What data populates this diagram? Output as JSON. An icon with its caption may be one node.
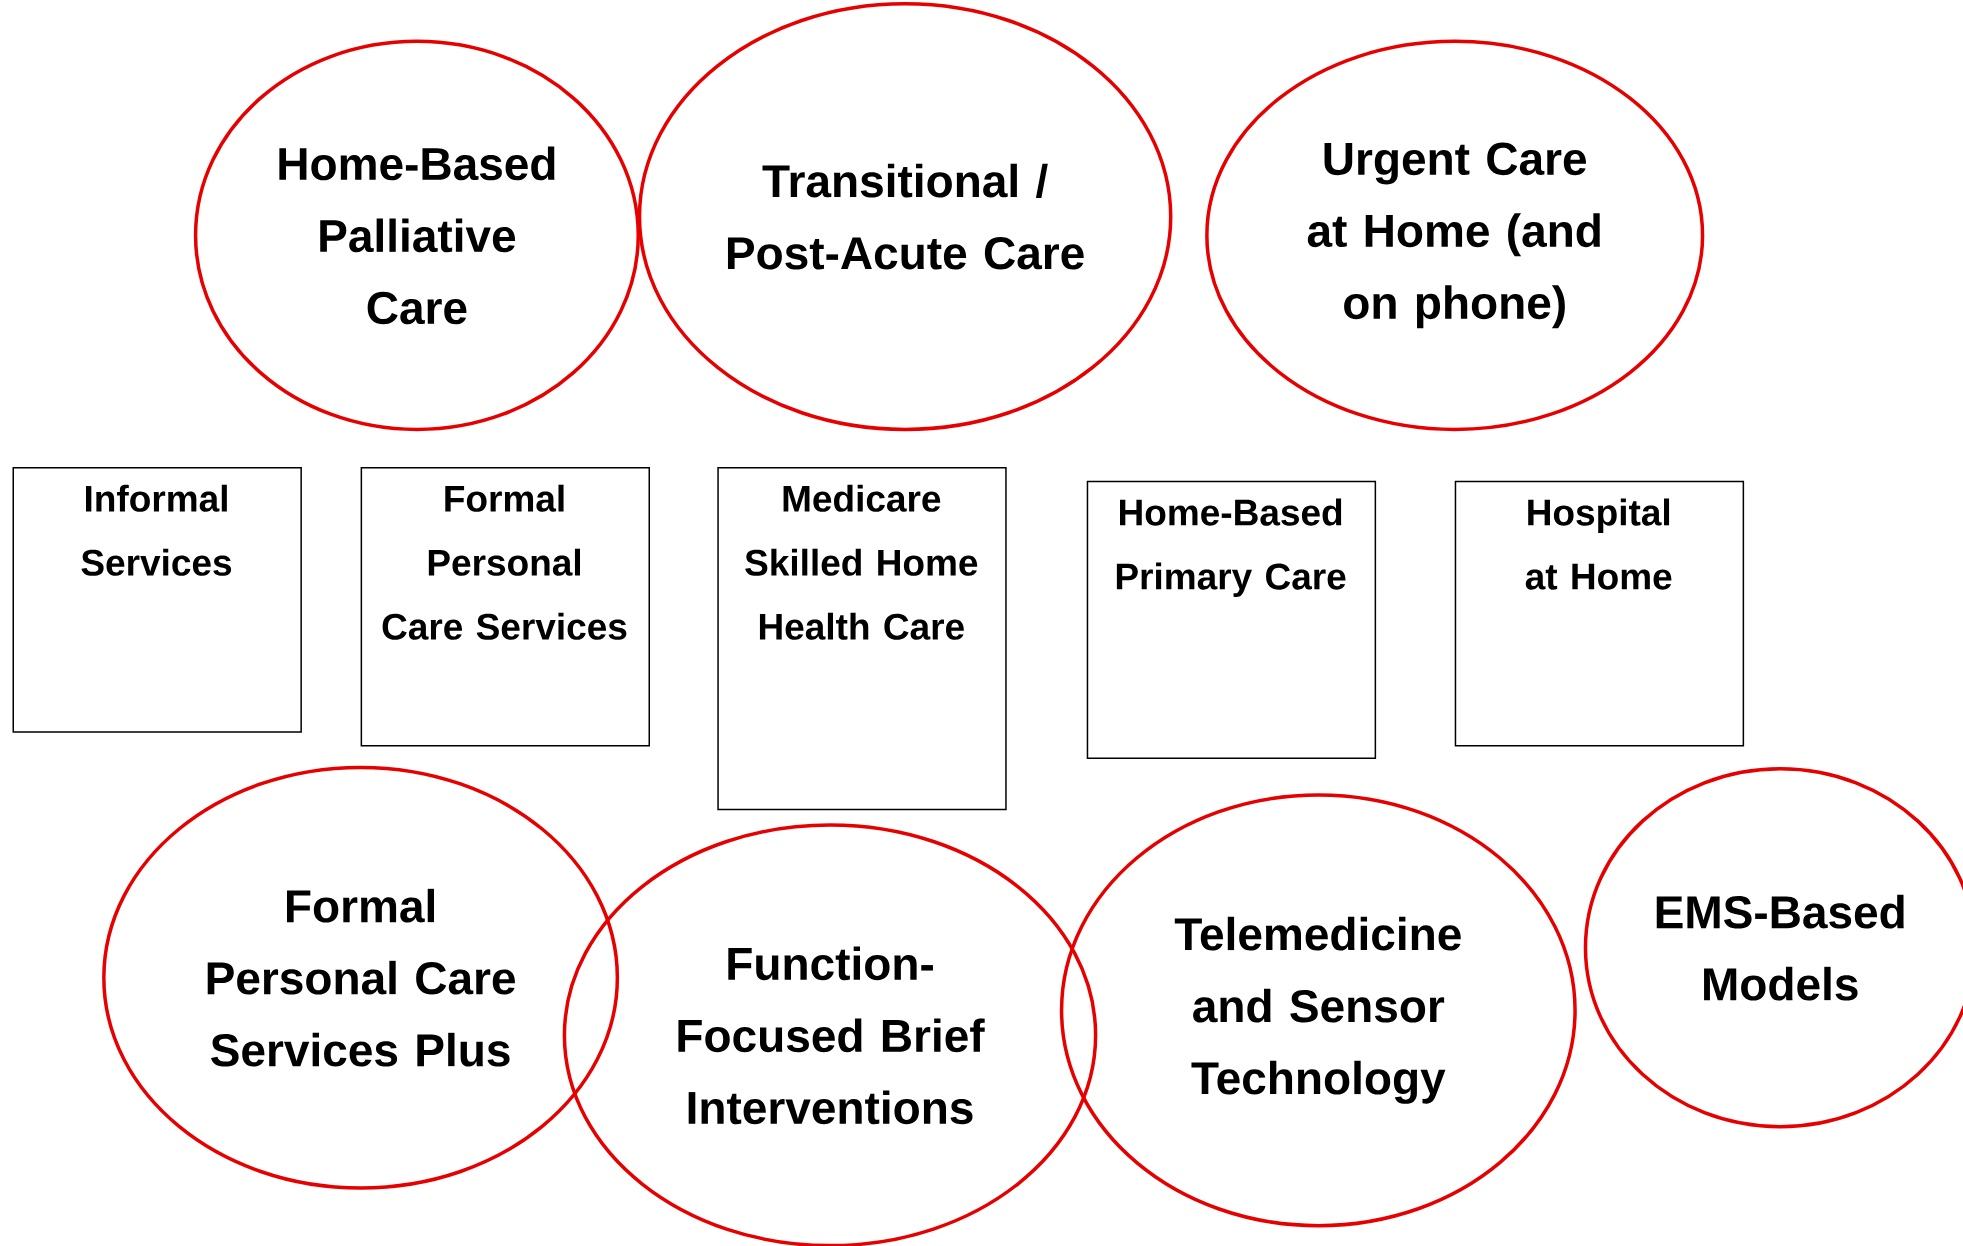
{
  "diagram": {
    "nodes": [
      {
        "text": [
          "Home-Based Palliative Care"
        ]
      },
      {
        "text": [
          "Transitional / Post-Acute Care"
        ]
      },
      {
        "text": [
          "Urgent Care at Home (and on phone)"
        ]
      },
      {
        "text": [
          "Informal Services"
        ]
      },
      {
        "text": [
          "Formal Personal Care Services"
        ]
      },
      {
        "text": [
          "Medicare Skilled Home Health Care"
        ]
      },
      {
        "text": [
          "Home-Based Primary Care"
        ]
      },
      {
        "text": [
          "Hospital at Home"
        ]
      },
      {
        "text": [
          "Formal Personal Care Services Plus"
        ]
      },
      {
        "text": [
          "Function-Focused Brief Interventions"
        ]
      },
      {
        "text": [
          "Telemedicine and Sensor Technology"
        ]
      },
      {
        "text": [
          "EMS-Based Models"
        ]
      }
    ]
  }
}
